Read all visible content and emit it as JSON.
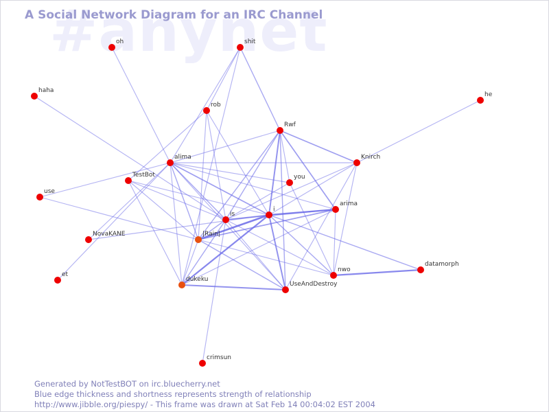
{
  "watermark": "#anynet",
  "title": "A Social Network Diagram for an IRC Channel",
  "footer": {
    "line1": "Generated by NotTestBOT on irc.bluecherry.net",
    "line2": "Blue edge thickness and shortness represents strength of relationship",
    "line3": "http://www.jibble.org/piespy/ - This frame was drawn at Sat Feb 14 00:04:02 EST 2004"
  },
  "colors": {
    "node": "#ee0000",
    "node_dark": "#e85010",
    "edge": "#6a6ae8",
    "title": "#9a9acf"
  },
  "graph": {
    "nodes": [
      {
        "id": "oh",
        "label": "oh"
      },
      {
        "id": "shit",
        "label": "shit"
      },
      {
        "id": "haha",
        "label": "haha"
      },
      {
        "id": "he",
        "label": "he"
      },
      {
        "id": "rob",
        "label": "rob"
      },
      {
        "id": "Rwf",
        "label": "Rwf"
      },
      {
        "id": "alima",
        "label": "alima"
      },
      {
        "id": "Knirch",
        "label": "Knirch"
      },
      {
        "id": "TestBot",
        "label": "TestBot"
      },
      {
        "id": "you",
        "label": "you"
      },
      {
        "id": "use",
        "label": "use"
      },
      {
        "id": "arima",
        "label": "arima"
      },
      {
        "id": "i",
        "label": "i"
      },
      {
        "id": "is",
        "label": "is"
      },
      {
        "id": "NovaKANE",
        "label": "NovaKANE"
      },
      {
        "id": "Rain",
        "label": "|Rain|"
      },
      {
        "id": "datamorph",
        "label": "datamorph"
      },
      {
        "id": "nwo",
        "label": "nwo"
      },
      {
        "id": "et",
        "label": "et"
      },
      {
        "id": "dukeku",
        "label": "dukeku"
      },
      {
        "id": "UseAndDestroy",
        "label": "UseAndDestroy"
      },
      {
        "id": "crimsun",
        "label": "crimsun"
      }
    ],
    "edges": [
      {
        "source": "oh",
        "target": "alima",
        "weight": 1
      },
      {
        "source": "shit",
        "target": "alima",
        "weight": 1
      },
      {
        "source": "shit",
        "target": "Rwf",
        "weight": 1.5
      },
      {
        "source": "shit",
        "target": "rob",
        "weight": 1
      },
      {
        "source": "shit",
        "target": "dukeku",
        "weight": 1
      },
      {
        "source": "haha",
        "target": "is",
        "weight": 1
      },
      {
        "source": "he",
        "target": "Knirch",
        "weight": 1
      },
      {
        "source": "rob",
        "target": "is",
        "weight": 1
      },
      {
        "source": "rob",
        "target": "i",
        "weight": 1
      },
      {
        "source": "rob",
        "target": "TestBot",
        "weight": 1
      },
      {
        "source": "rob",
        "target": "Rain",
        "weight": 1
      },
      {
        "source": "Rwf",
        "target": "alima",
        "weight": 1
      },
      {
        "source": "Rwf",
        "target": "Knirch",
        "weight": 2
      },
      {
        "source": "Rwf",
        "target": "i",
        "weight": 2.5
      },
      {
        "source": "Rwf",
        "target": "is",
        "weight": 1.5
      },
      {
        "source": "Rwf",
        "target": "arima",
        "weight": 2
      },
      {
        "source": "Rwf",
        "target": "UseAndDestroy",
        "weight": 1.5
      },
      {
        "source": "Rwf",
        "target": "Rain",
        "weight": 1.5
      },
      {
        "source": "Rwf",
        "target": "you",
        "weight": 1
      },
      {
        "source": "alima",
        "target": "Knirch",
        "weight": 1
      },
      {
        "source": "alima",
        "target": "you",
        "weight": 1
      },
      {
        "source": "alima",
        "target": "i",
        "weight": 2
      },
      {
        "source": "alima",
        "target": "is",
        "weight": 1.5
      },
      {
        "source": "alima",
        "target": "Rain",
        "weight": 1.5
      },
      {
        "source": "alima",
        "target": "dukeku",
        "weight": 1
      },
      {
        "source": "alima",
        "target": "UseAndDestroy",
        "weight": 1
      },
      {
        "source": "alima",
        "target": "NovaKANE",
        "weight": 1
      },
      {
        "source": "alima",
        "target": "et",
        "weight": 1
      },
      {
        "source": "alima",
        "target": "arima",
        "weight": 1
      },
      {
        "source": "Knirch",
        "target": "is",
        "weight": 1
      },
      {
        "source": "Knirch",
        "target": "i",
        "weight": 1
      },
      {
        "source": "Knirch",
        "target": "nwo",
        "weight": 1
      },
      {
        "source": "Knirch",
        "target": "UseAndDestroy",
        "weight": 1
      },
      {
        "source": "TestBot",
        "target": "i",
        "weight": 1
      },
      {
        "source": "TestBot",
        "target": "is",
        "weight": 1
      },
      {
        "source": "TestBot",
        "target": "Rain",
        "weight": 1
      },
      {
        "source": "TestBot",
        "target": "dukeku",
        "weight": 1
      },
      {
        "source": "you",
        "target": "nwo",
        "weight": 1
      },
      {
        "source": "you",
        "target": "is",
        "weight": 1
      },
      {
        "source": "use",
        "target": "alima",
        "weight": 1
      },
      {
        "source": "use",
        "target": "Rain",
        "weight": 1
      },
      {
        "source": "arima",
        "target": "i",
        "weight": 3
      },
      {
        "source": "arima",
        "target": "Rain",
        "weight": 2
      },
      {
        "source": "arima",
        "target": "is",
        "weight": 1.5
      },
      {
        "source": "arima",
        "target": "dukeku",
        "weight": 1
      },
      {
        "source": "arima",
        "target": "nwo",
        "weight": 1
      },
      {
        "source": "i",
        "target": "is",
        "weight": 1.5
      },
      {
        "source": "i",
        "target": "Rain",
        "weight": 3.5
      },
      {
        "source": "i",
        "target": "dukeku",
        "weight": 3
      },
      {
        "source": "i",
        "target": "UseAndDestroy",
        "weight": 2.5
      },
      {
        "source": "i",
        "target": "nwo",
        "weight": 1.5
      },
      {
        "source": "i",
        "target": "datamorph",
        "weight": 1.5
      },
      {
        "source": "is",
        "target": "Rain",
        "weight": 1.5
      },
      {
        "source": "is",
        "target": "dukeku",
        "weight": 1.5
      },
      {
        "source": "is",
        "target": "nwo",
        "weight": 1
      },
      {
        "source": "is",
        "target": "UseAndDestroy",
        "weight": 1
      },
      {
        "source": "is",
        "target": "crimsun",
        "weight": 1
      },
      {
        "source": "NovaKANE",
        "target": "i",
        "weight": 1
      },
      {
        "source": "Rain",
        "target": "UseAndDestroy",
        "weight": 1.5
      },
      {
        "source": "Rain",
        "target": "nwo",
        "weight": 1
      },
      {
        "source": "Rain",
        "target": "dukeku",
        "weight": 1
      },
      {
        "source": "nwo",
        "target": "datamorph",
        "weight": 3
      },
      {
        "source": "dukeku",
        "target": "UseAndDestroy",
        "weight": 2.5
      }
    ]
  }
}
